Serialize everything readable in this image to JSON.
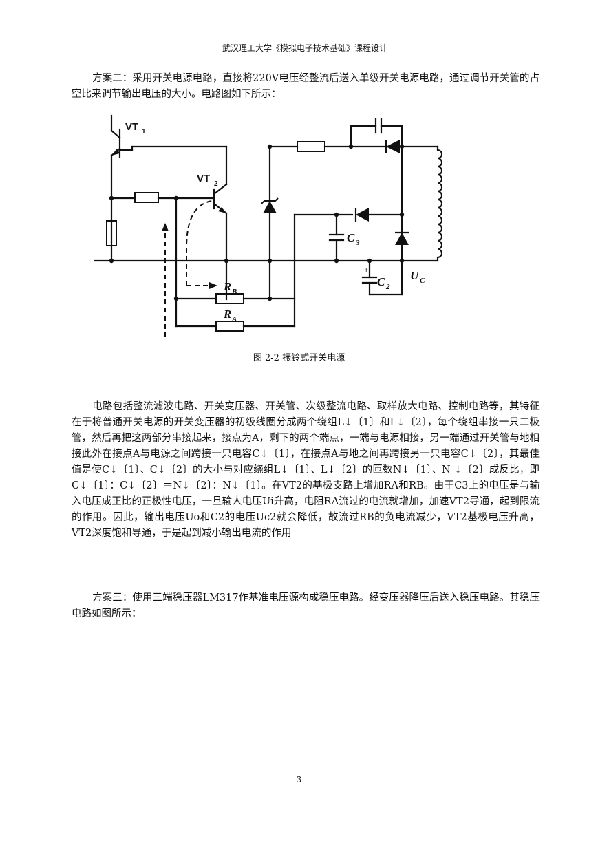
{
  "header": {
    "title": "武汉理工大学《模拟电子技术基础》课程设计"
  },
  "paragraphs": {
    "p1": "方案二：采用开关电源电路，直接将220V电压经整流后送入单级开关电源电路，通过调节开关管的占空比来调节输出电压的大小。电路图如下所示：",
    "p2": "电路包括整流滤波电路、开关变压器、开关管、次级整流电路、取样放大电路、控制电路等，其特征在于将普通开关电源的开关变压器的初级线圈分成两个绕组L↓〔1〕和L↓〔2〕，每个绕组串接一只二极管，然后再把这两部分串接起来，接点为A，剩下的两个端点，一端与电源相接，另一端通过开关管与地相接此外在接点A与电源之间跨接一只电容C↓〔1〕，在接点A与地之间再跨接另一只电容C↓〔2〕，其最佳值是使C↓〔1〕、C↓〔2〕的大小与对应绕组L↓〔1〕、L↓〔2〕的匝数N↓〔1〕、N ↓〔2〕成反比，即C↓〔1〕：C↓〔2〕＝N↓〔2〕：N↓〔1〕。在VT2的基极支路上增加RA和RB。由于C3上的电压是与输入电压成正比的正极性电压，一旦输人电压Ui升高，电阻RA流过的电流就增加，加速VT2导通，起到限流的作用。因此，输出电压Uo和C2的电压Uc2就会降低，故流过RB的负电流减少，VT2基极电压升高，VT2深度饱和导通，于是起到减小输出电流的作用",
    "p3": "方案三：使用三端稳压器LM317作基准电压源构成稳压电路。经变压器降压后送入稳压电路。其稳压电路如图所示："
  },
  "figure": {
    "caption": "图 2-2  振铃式开关电源",
    "labels": {
      "vt1": "VT",
      "vt1_sub": "1",
      "vt2": "VT",
      "vt2_sub": "2",
      "c3": "C",
      "c3_sub": "3",
      "c2": "C",
      "c2_sub": "2",
      "uc": "U",
      "uc_sub": "C",
      "rb": "R",
      "rb_sub": "B",
      "ra": "R",
      "ra_sub": "A",
      "plus": "+"
    }
  },
  "footer": {
    "page_number": "3"
  }
}
